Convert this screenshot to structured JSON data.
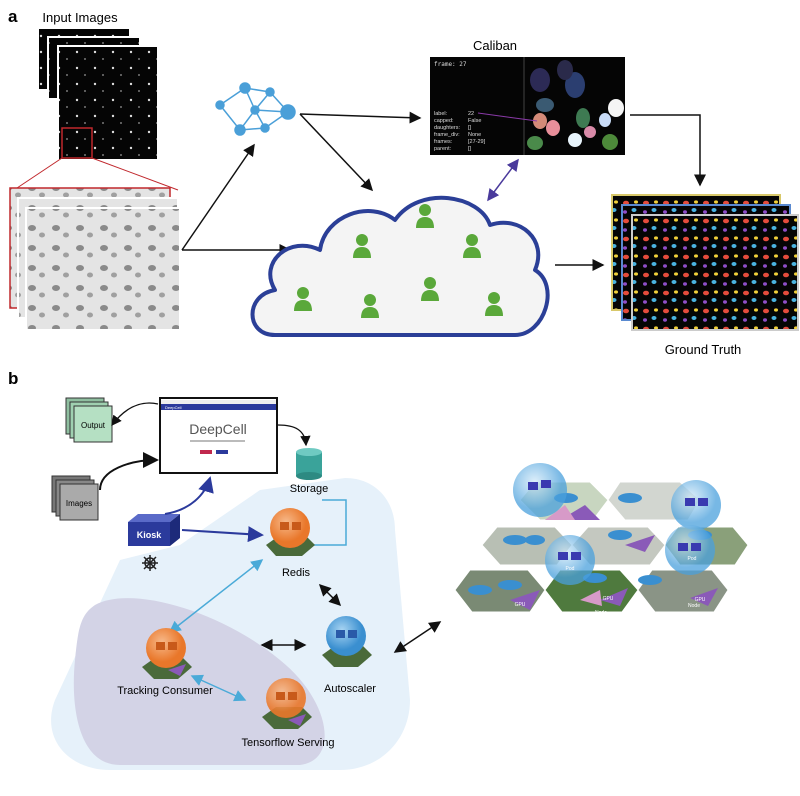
{
  "panel_a": {
    "label": "a",
    "input_images_label": "Input Images",
    "caliban_label": "Caliban",
    "ground_truth_label": "Ground Truth",
    "caliban_screen": {
      "frame": "frame: 27",
      "fields": [
        {
          "key": "label:",
          "value": "22"
        },
        {
          "key": "capped:",
          "value": "False"
        },
        {
          "key": "daughters:",
          "value": "[]"
        },
        {
          "key": "frame_div:",
          "value": "None"
        },
        {
          "key": "frames:",
          "value": "[27-29]"
        },
        {
          "key": "parent:",
          "value": "[]"
        }
      ]
    }
  },
  "panel_b": {
    "label": "b",
    "output_label": "Output",
    "images_label": "Images",
    "deepcell_title": "DeepCell",
    "deepcell_brand": "DeepCell",
    "storage_label": "Storage",
    "kiosk_label": "Kiosk",
    "redis_label": "Redis",
    "autoscaler_label": "Autoscaler",
    "tracking_label": "Tracking Consumer",
    "tf_label": "Tensorflow Serving",
    "pod_label": "Pod",
    "gpu_label": "GPU",
    "node_label": "Node"
  },
  "colors": {
    "arrow": "#111111",
    "cloud_outline": "#2b3f97",
    "person": "#5aa83a",
    "network": "#4a9fd8",
    "red_box": "#c0282d",
    "purple_arrow": "#4a3a9c",
    "light_arrow": "#4aaad8",
    "region": "#e6f1fa",
    "inner_region": "#d3d3e6",
    "kiosk": "#2b3a9c",
    "storage": "#3aa39a",
    "orange_pod": "#e9772a",
    "blue_pod": "#3a8fd0"
  }
}
